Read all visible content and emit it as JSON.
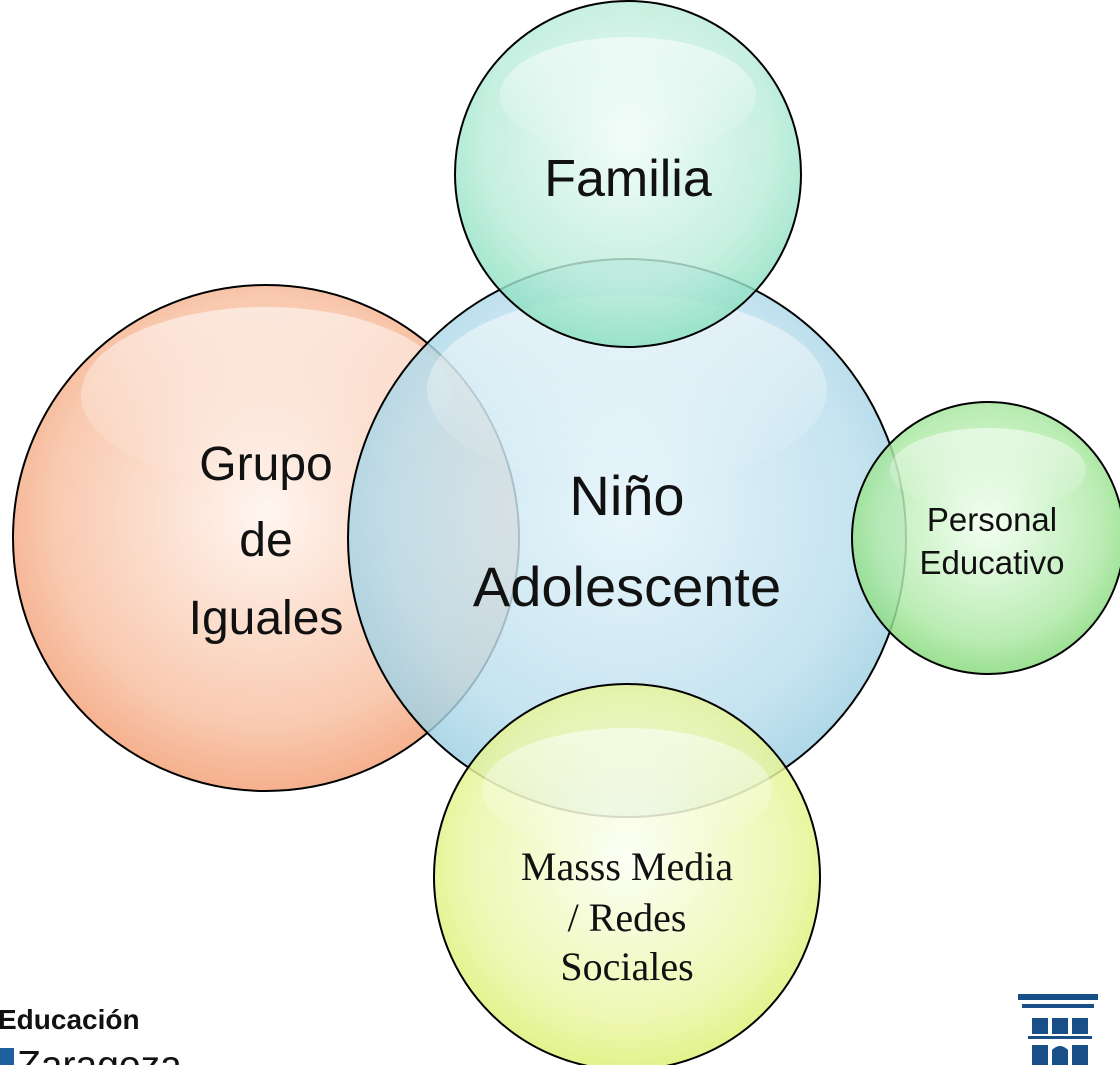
{
  "diagram": {
    "center": {
      "line1": "Niño",
      "line2": "Adolescente"
    },
    "top": {
      "label": "Familia"
    },
    "left": {
      "line1": "Grupo",
      "line2": "de",
      "line3": "Iguales"
    },
    "right": {
      "line1": "Personal",
      "line2": "Educativo"
    },
    "bottom": {
      "line1": "Masss Media",
      "line2": "/ Redes",
      "line3": "Sociales"
    }
  },
  "footer": {
    "left_logo_line1": "Educación",
    "left_logo_line2": "Zaragoza"
  },
  "colors": {
    "center_fill": "#a9d6e6",
    "top_fill": "#a8e7d2",
    "left_fill": "#f7b08d",
    "right_fill": "#91e08c",
    "bottom_fill": "#e8f58c",
    "stroke": "#000000",
    "text": "#111111",
    "logo_blue": "#1f5f9e"
  }
}
